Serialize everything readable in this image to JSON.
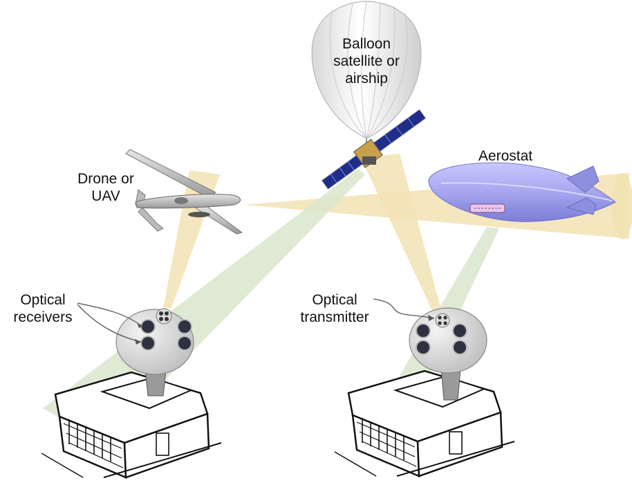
{
  "labels": {
    "balloon": [
      "Balloon",
      "satellite or",
      "airship"
    ],
    "aerostat": "Aerostat",
    "drone": [
      "Drone or",
      "UAV"
    ],
    "optical_receivers": [
      "Optical",
      "receivers"
    ],
    "optical_transmitter": [
      "Optical",
      "transmitter"
    ]
  },
  "colors": {
    "beam_yellow": "#f2e2b4",
    "beam_green": "#d9e6cc",
    "aerostat": "#a8a8f0",
    "balloon": "#f2f2f2"
  }
}
